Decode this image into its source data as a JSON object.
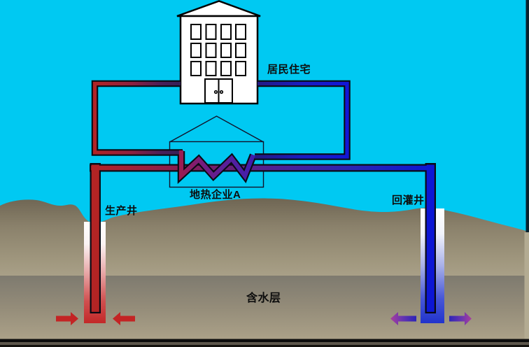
{
  "labels": {
    "residential": "居民住宅",
    "company": "地热企业A",
    "production_well": "生产井",
    "injection_well": "回灌井",
    "aquifer": "含水层"
  },
  "colors": {
    "sky": "#00c9f2",
    "hot_water_pipe": "#b32424",
    "cold_water_pipe": "#1322cc",
    "transition_purple": "#6e1d85",
    "soil_top": "#6e6553",
    "soil_bottom": "#aaa189",
    "aquifer_band_top": "#7e7a6f",
    "aquifer_band_bottom": "#aaa087",
    "inflow_arrow": "#c32424",
    "outflow_arrow_tip": "#b2409a",
    "building_fill": "#ffffff",
    "outline": "#000000"
  },
  "structures": {
    "building_window_rows": 3,
    "building_window_cols": 4,
    "building_door_panels": 2
  }
}
